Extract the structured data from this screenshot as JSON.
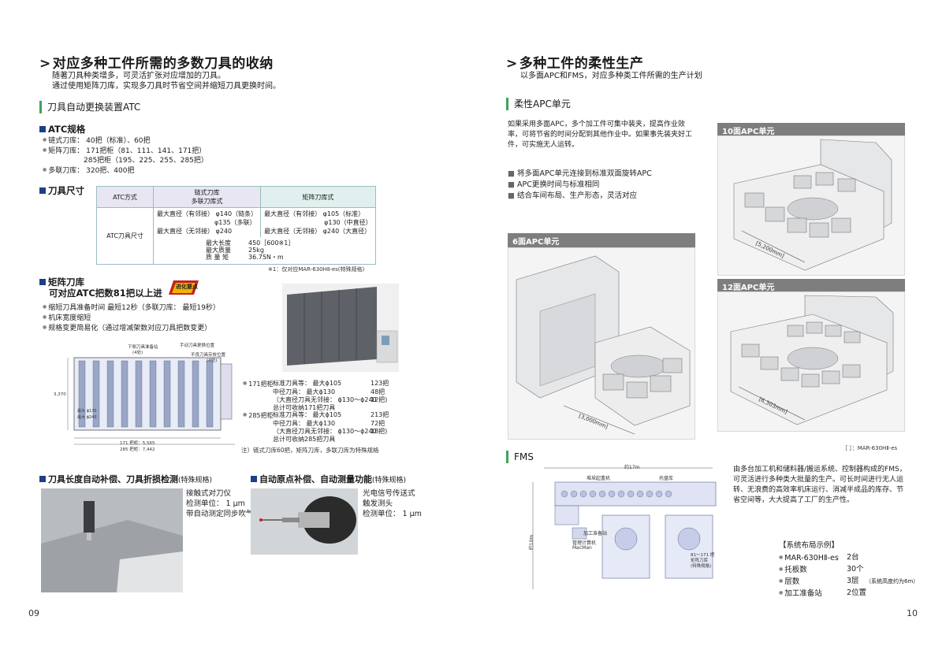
{
  "left": {
    "title": "对应多种工件所需的多数刀具的收纳",
    "intro": [
      "随著刀具种类增多，可灵活扩张对应增加的刀具。",
      "通过使用矩阵刀库，实现多刀具时节省空间并缩短刀具更换时间。"
    ],
    "section": "刀具自动更换装置ATC",
    "spec_heading": "ATC规格",
    "spec_lines": [
      "链式刀库： 40把（标准）、60把",
      "矩阵刀库： 171把柜（81、111、141、171把）",
      "285把柜（195、225、255、285把）",
      "多联刀库： 320把、400把"
    ],
    "size_heading": "刀具尺寸",
    "table": {
      "col0": "ATC方式",
      "col1": [
        "链式刀库",
        "多联刀库式"
      ],
      "col2": "矩阵刀库式",
      "rowlabel": "ATC刀具尺寸",
      "c1": [
        "最大直径（有邻接） φ140（链条）",
        "φ135（多联）",
        "最大直径（无邻接） φ240"
      ],
      "c2": [
        "最大直径（有邻接）  φ105（标准）",
        "φ130（中直径）",
        "最大直径（无邻接）  φ240（大直径）"
      ],
      "common_k": [
        "最大长度",
        "最大质量",
        "质  量  矩"
      ],
      "common_v": [
        "450［600※1］",
        "25kg",
        "36.75N・m"
      ],
      "note": "※1：仅对应MAR-630HⅡ-es(特殊规格)"
    },
    "matrix_heading": "矩阵刀库",
    "matrix_sub": "可对应ATC把数81把以上进",
    "badge": "进化要点",
    "matrix_bullets": [
      "缩短刀具准备时间 最短12秒（多联刀库： 最短19秒）",
      "机床宽度缩短",
      "规格变更简易化（通过增减架数对应刀具把数变更）"
    ],
    "drawing_labels": [
      "下侧刀具准备站",
      "(4处)",
      "手动刀具更换位置",
      "不良刀具存放位置",
      "(4处)"
    ],
    "drawing_dims": [
      "3,370",
      "171 把柜：5,565",
      "285 把柜：7,442",
      "最大 ϕ130",
      "最大 ϕ240"
    ],
    "spec171": {
      "lead": "171把柜",
      "lines": [
        [
          "标准刀具等： 最大ϕ105",
          "123把"
        ],
        [
          "中径刀具： 最大ϕ130",
          "48把"
        ],
        [
          "（大直径刀具无邻接： ϕ130〜ϕ240",
          "12把)"
        ],
        [
          "总计可收纳171把刀具",
          ""
        ]
      ]
    },
    "spec285": {
      "lead": "285把柜",
      "lines": [
        [
          "标准刀具等： 最大ϕ105",
          "213把"
        ],
        [
          "中径刀具： 最大ϕ130",
          "72把"
        ],
        [
          "（大直径刀具无邻接： ϕ130〜ϕ240",
          "18把)"
        ],
        [
          "总计可收纳285把刀具",
          ""
        ]
      ]
    },
    "matrix_note": "注）链式刀库60把，矩阵刀库，多联刀库为特殊规格",
    "bottom1_heading": "刀具长度自动补偿、刀具折损检测",
    "bottom1_tag": "(特殊规格)",
    "bottom1_lines": [
      "接触式对刀仪",
      "检测单位：  1 μm",
      "带自动测定同步吹气装置"
    ],
    "bottom2_heading": "自动原点补偿、自动测量功能",
    "bottom2_tag": "(特殊规格)",
    "bottom2_lines": [
      "光电信号传送式",
      "触发测头",
      "检测单位：  1 μm"
    ],
    "page": "09"
  },
  "right": {
    "title": "多种工件的柔性生产",
    "intro": "以多面APC和FMS，对应多种类工件所需的生产计划",
    "section": "柔性APC单元",
    "desc": [
      "如果采用多面APC，多个加工件可集中装夹，提高作业效",
      "率，可将节省的时间分配到其他作业中。如果事先装夹好工",
      "件，可实施无人运转。"
    ],
    "bullets": [
      "将多面APC单元连接到标准双面旋转APC",
      "APC更换时间与标准相同",
      "结合车间布局、生产形态，灵活对应"
    ],
    "unit6": "6面APC单元",
    "unit10": "10面APC单元",
    "unit12": "12面APC单元",
    "dim6": "[3,000mm]",
    "dim10": "[5,200mm]",
    "dim12": "[6,303mm]",
    "bracket_note": "［  ］：MAR-630HⅡ-es",
    "fms_section": "FMS",
    "fms_labels": [
      "约17m",
      "堆垛起重机",
      "托盘库",
      "加工准备站",
      "管理计算机",
      "MacMan",
      "约10m",
      "81～171 把",
      "矩阵刀库",
      "(特殊规格)"
    ],
    "fms_desc": [
      "由多台加工机和储料器/搬运系统、控制器构成的FMS，",
      "可灵活进行多种类大批量的生产。可长时间进行无人运",
      "转、无浪费的高效率机床运行、消减半成品的库存、节",
      "省空间等，大大提高了工厂的生产性。"
    ],
    "system_title": "【系统布局示例】",
    "system_rows": [
      {
        "k": "MAR-630HⅡ-es",
        "v": "2台",
        "n": ""
      },
      {
        "k": "托板数",
        "v": "30个",
        "n": ""
      },
      {
        "k": "层数",
        "v": "3层",
        "n": "（系统高度约为6m）"
      },
      {
        "k": "加工准备站",
        "v": "2位置",
        "n": ""
      }
    ],
    "page": "10"
  },
  "colors": {
    "accent_green": "#3fa35a",
    "accent_blue": "#1d3f8a",
    "gray_bar": "#7e7e7e"
  }
}
